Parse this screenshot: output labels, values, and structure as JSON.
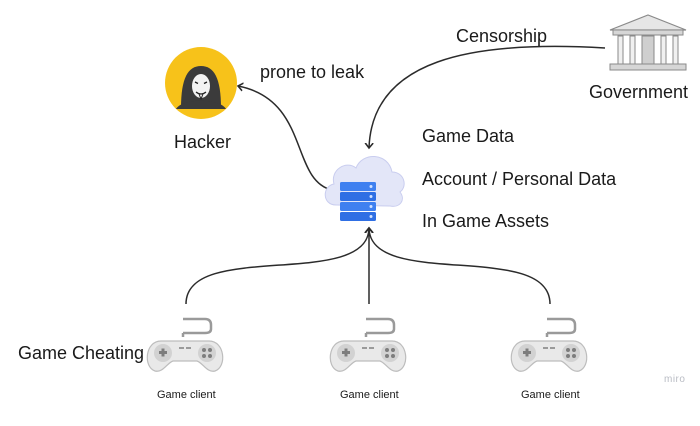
{
  "hacker": {
    "label": "Hacker",
    "icon": "hacker-icon",
    "color": "#f5c518"
  },
  "government": {
    "label": "Government",
    "icon": "government-building-icon"
  },
  "server": {
    "icon": "cloud-server-icon",
    "accent": "#3d7cf0"
  },
  "edges": {
    "censorship": "Censorship",
    "prone_to_leak": "prone to leak"
  },
  "data_items": [
    "Game Data",
    "Account / Personal Data",
    "In Game Assets"
  ],
  "game_cheating": "Game Cheating",
  "clients": [
    {
      "label": "Game client",
      "icon": "gamepad-icon"
    },
    {
      "label": "Game client",
      "icon": "gamepad-icon"
    },
    {
      "label": "Game client",
      "icon": "gamepad-icon"
    }
  ],
  "watermark": "miro"
}
